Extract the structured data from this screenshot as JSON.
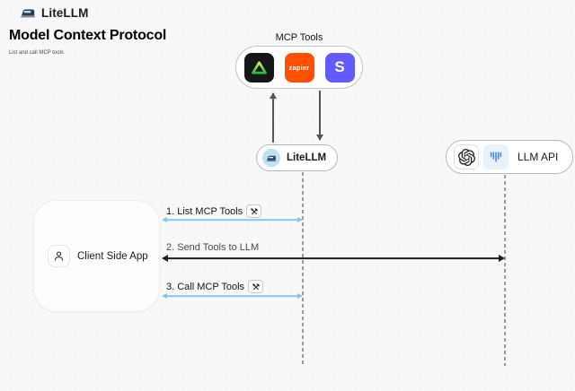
{
  "header": {
    "brand": "LiteLLM",
    "title": "Model Context Protocol",
    "subtitle": "List and call MCP tools"
  },
  "mcp_group": {
    "label": "MCP Tools",
    "tools": [
      {
        "name": "triangle-tool"
      },
      {
        "name": "zapier",
        "label": "zapier"
      },
      {
        "name": "stripe",
        "label": "S"
      }
    ]
  },
  "nodes": {
    "litellm": {
      "label": "LiteLLM"
    },
    "llm_api": {
      "label": "LLM API"
    },
    "client": {
      "label": "Client Side App"
    }
  },
  "flows": [
    {
      "step": "1. List MCP Tools",
      "has_tool_badge": true,
      "direction": "client-litellm"
    },
    {
      "step": "2. Send Tools to LLM",
      "has_tool_badge": false,
      "direction": "client-llmapi"
    },
    {
      "step": "3. Call MCP Tools",
      "has_tool_badge": true,
      "direction": "client-litellm"
    }
  ],
  "colors": {
    "background": "#F8F8F8",
    "arrow_blue": "#82C6EE",
    "arrow_black": "#1F1F1F",
    "dashed_line": "#9C9C9C",
    "zapier_orange": "#FF4F00",
    "stripe_purple": "#635BFF",
    "tool_tile_black": "#161616",
    "triangle_green": "#2FB344",
    "litellm_circle_blue": "#BFE1F4"
  }
}
